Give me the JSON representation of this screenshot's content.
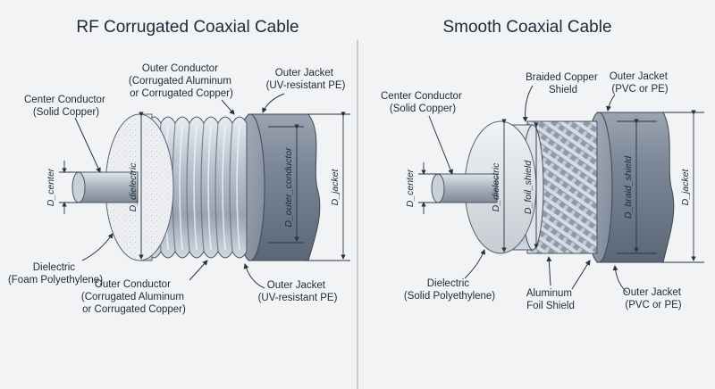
{
  "left": {
    "title": "RF Corrugated Coaxial Cable",
    "labels": {
      "center_conductor": [
        "Center Conductor",
        "(Solid Copper)"
      ],
      "outer_conductor_top": [
        "Outer Conductor",
        "(Corrugated Aluminum",
        "or Corrugated Copper)"
      ],
      "outer_jacket_top": [
        "Outer Jacket",
        "(UV-resistant PE)"
      ],
      "dielectric": [
        "Dielectric",
        "(Foam Polyethylene)"
      ],
      "outer_conductor_bottom": [
        "Outer Conductor",
        "(Corrugated Aluminum",
        "or Corrugated Copper)"
      ],
      "outer_jacket_bottom": [
        "Outer Jacket",
        "(UV-resistant PE)"
      ]
    },
    "dims": {
      "center": "D_center",
      "dielectric": "D_dielectric",
      "outer_conductor": "D_outer_conductor",
      "jacket": "D_jacket"
    }
  },
  "right": {
    "title": "Smooth Coaxial Cable",
    "labels": {
      "center_conductor": [
        "Center Conductor",
        "(Solid Copper)"
      ],
      "braided_shield": [
        "Braided Copper",
        "Shield"
      ],
      "outer_jacket_top": [
        "Outer Jacket",
        "(PVC or PE)"
      ],
      "dielectric": [
        "Dielectric",
        "(Solid Polyethylene)"
      ],
      "foil_shield": [
        "Aluminum",
        "Foil Shield"
      ],
      "outer_jacket_bottom": [
        "Outer Jacket",
        "(PVC or PE)"
      ]
    },
    "dims": {
      "center": "D_center",
      "dielectric": "D_dielectric",
      "foil_shield": "D_foil_shield",
      "braid_shield": "D_braid_shield",
      "jacket": "D_jacket"
    }
  },
  "colors": {
    "background": "#f2f3f4",
    "jacket": "#7f8a99",
    "metal": "#c9d1dc",
    "dielectric": "#e9ebee",
    "copper_core": "#a9b3bf",
    "text": "#1e2a38"
  }
}
